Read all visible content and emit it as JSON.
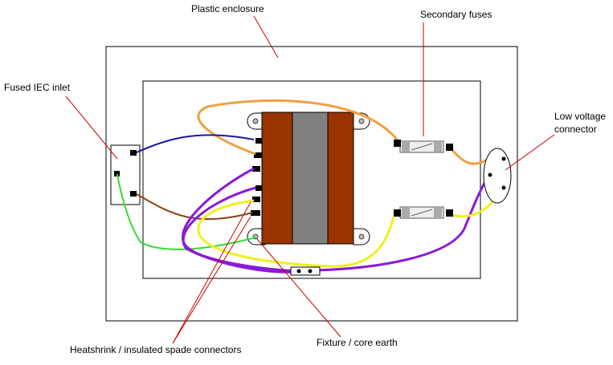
{
  "labels": {
    "plastic_enclosure": "Plastic enclosure",
    "secondary_fuses": "Secondary fuses",
    "fused_iec_inlet": "Fused IEC inlet",
    "low_voltage_line1": "Low voltage",
    "low_voltage_line2": "connector",
    "heatshrink": "Heatshrink / insulated spade connectors",
    "fixture_earth": "Fixture / core earth"
  },
  "colors": {
    "leader": "#cc0000",
    "outline": "#000000",
    "winding": "#993300",
    "core": "#808080",
    "wire_orange": "#f0a040",
    "wire_blue": "#1a1aa0",
    "wire_brown": "#8b4513",
    "wire_green": "#33dd33",
    "wire_purple": "#8a1ad6",
    "wire_yellow": "#f0f020"
  }
}
